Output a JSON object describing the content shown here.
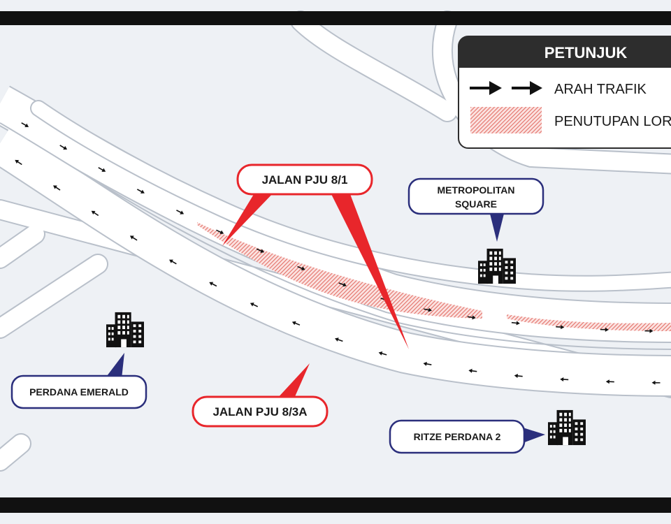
{
  "legend": {
    "title": "PETUNJUK",
    "items": [
      {
        "kind": "arrows",
        "label": "ARAH TRAFIK"
      },
      {
        "kind": "closure",
        "label": "PENUTUPAN LORONG"
      }
    ]
  },
  "roads": [
    {
      "id": "pju81",
      "label": "JALAN PJU 8/1"
    },
    {
      "id": "pju83a",
      "label": "JALAN PJU 8/3A"
    }
  ],
  "places": [
    {
      "id": "metropolitan",
      "lines": [
        "METROPOLITAN",
        "SQUARE"
      ]
    },
    {
      "id": "emerald",
      "lines": [
        "PERDANA EMERALD"
      ]
    },
    {
      "id": "ritze",
      "lines": [
        "RITZE PERDANA 2"
      ]
    }
  ],
  "colors": {
    "background": "#eef1f5",
    "road": "#ffffff",
    "road_edge": "#b9c0ca",
    "frame": "#111111",
    "road_label_border": "#e8262b",
    "place_label_border": "#2b2f7c",
    "closure": "#e37068",
    "legend_header": "#2d2d2d"
  },
  "icons": {
    "building": "building-icon",
    "arrow": "arrow-right-icon",
    "closure": "closure-hatch-icon"
  }
}
